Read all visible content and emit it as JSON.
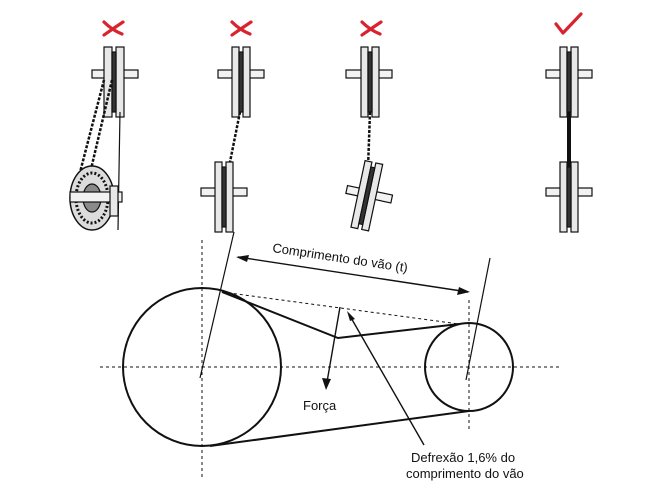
{
  "labels": {
    "span_length": "Comprimento do vão (t)",
    "force": "Força",
    "deflection_line1": "Defrexão 1,6% do",
    "deflection_line2": "comprimento do vão"
  },
  "alignment_examples": [
    {
      "case": "misaligned-angled",
      "status": "incorrect"
    },
    {
      "case": "offset",
      "status": "incorrect"
    },
    {
      "case": "tilted",
      "status": "incorrect"
    },
    {
      "case": "aligned",
      "status": "correct"
    }
  ],
  "colors": {
    "mark": "#d9232e",
    "line": "#111111",
    "background": "#ffffff"
  }
}
